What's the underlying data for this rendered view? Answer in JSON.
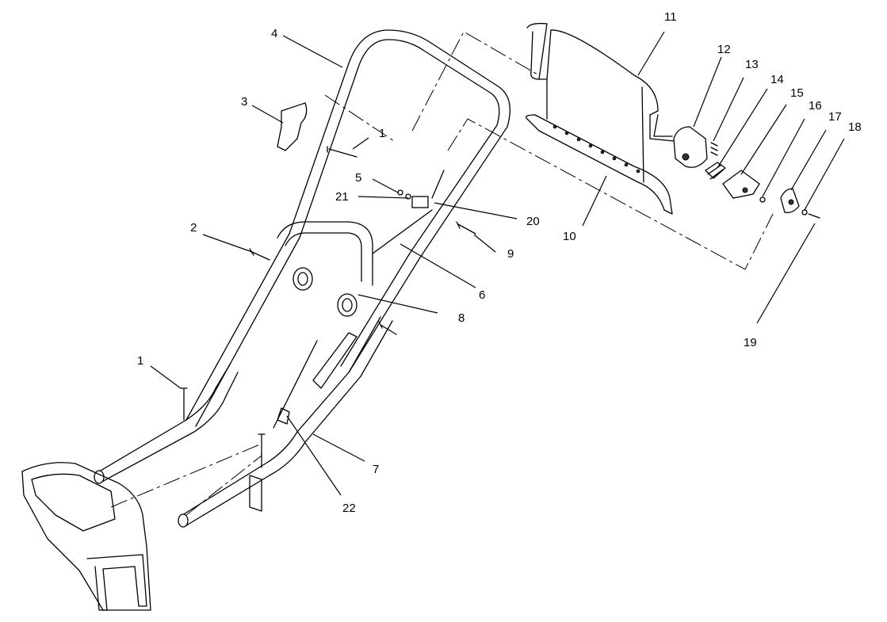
{
  "diagram": {
    "callouts": [
      {
        "id": "c1a",
        "label": "1"
      },
      {
        "id": "c1b",
        "label": "1"
      },
      {
        "id": "c2",
        "label": "2"
      },
      {
        "id": "c3",
        "label": "3"
      },
      {
        "id": "c4",
        "label": "4"
      },
      {
        "id": "c5",
        "label": "5"
      },
      {
        "id": "c6",
        "label": "6"
      },
      {
        "id": "c7",
        "label": "7"
      },
      {
        "id": "c8",
        "label": "8"
      },
      {
        "id": "c9",
        "label": "9"
      },
      {
        "id": "c10",
        "label": "10"
      },
      {
        "id": "c11",
        "label": "11"
      },
      {
        "id": "c12",
        "label": "12"
      },
      {
        "id": "c13",
        "label": "13"
      },
      {
        "id": "c14",
        "label": "14"
      },
      {
        "id": "c15",
        "label": "15"
      },
      {
        "id": "c16",
        "label": "16"
      },
      {
        "id": "c17",
        "label": "17"
      },
      {
        "id": "c18",
        "label": "18"
      },
      {
        "id": "c19",
        "label": "19"
      },
      {
        "id": "c20",
        "label": "20"
      },
      {
        "id": "c21",
        "label": "21"
      },
      {
        "id": "c22",
        "label": "22"
      }
    ]
  }
}
